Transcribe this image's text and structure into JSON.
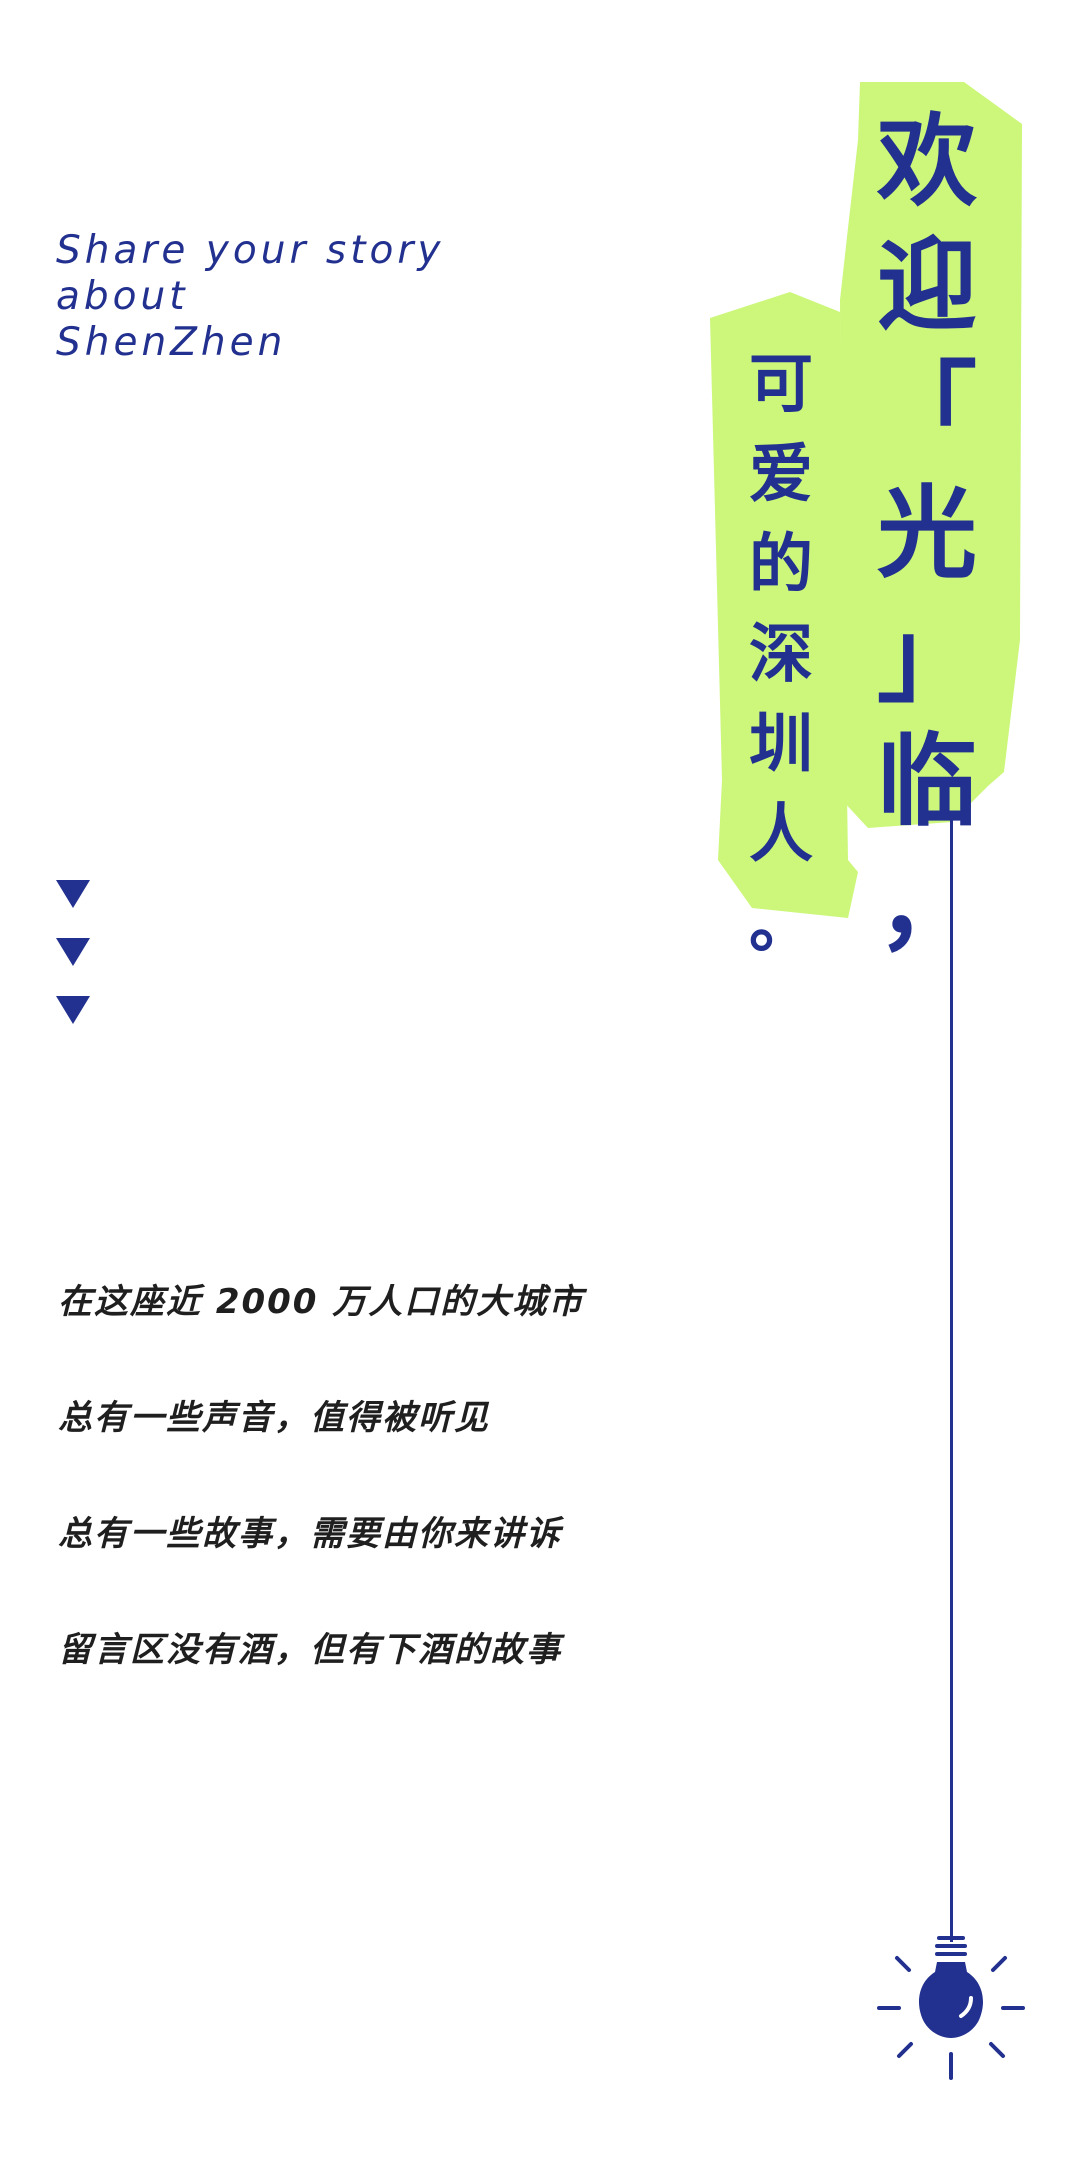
{
  "tagline": {
    "line1": "Share your story",
    "line2": "about",
    "line3": "ShenZhen"
  },
  "headline_big": [
    "欢",
    "迎",
    "「",
    "光",
    "」",
    "临",
    "，"
  ],
  "headline_small": [
    "可",
    "爱",
    "的",
    "深",
    "圳",
    "人",
    "。"
  ],
  "body_lines": [
    "在这座近 2000 万人口的大城市",
    "总有一些声音，值得被听见",
    "总有一些故事，需要由你来讲诉",
    "留言区没有酒，但有下酒的故事"
  ],
  "colors": {
    "accent": "#22318f",
    "highlight": "#ccf77a",
    "text": "#1f1f1f",
    "background": "#ffffff"
  },
  "icons": [
    "down-arrow-icon",
    "lightbulb-icon"
  ]
}
